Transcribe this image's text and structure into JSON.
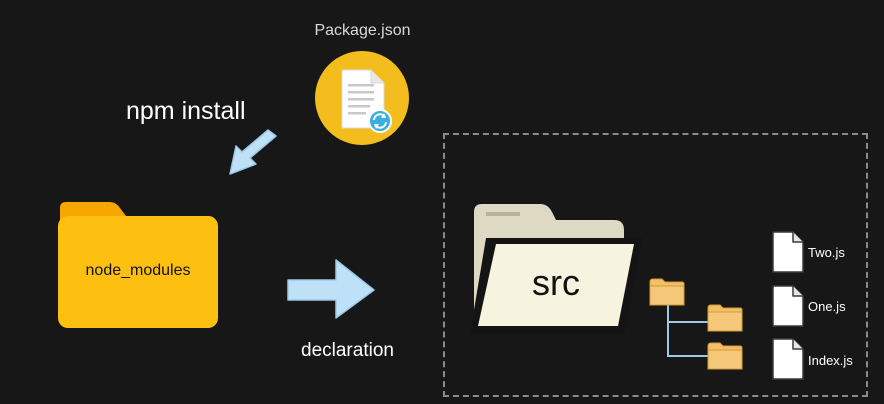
{
  "labels": {
    "package_json": "Package.json",
    "npm_install": "npm install",
    "node_modules": "node_modules",
    "declaration": "declaration",
    "src": "src"
  },
  "files": [
    {
      "name": "Two.js"
    },
    {
      "name": "One.js"
    },
    {
      "name": "Index.js"
    }
  ],
  "icons": {
    "package": "package-json-icon",
    "arrow_install": "arrow-down-left-icon",
    "folder_node_modules": "folder-icon",
    "arrow_declaration": "arrow-right-icon",
    "folder_src": "open-folder-icon",
    "subfolders": "folder-icon",
    "files": "file-icon"
  },
  "colors": {
    "background": "#171717",
    "package_circle": "#f2bd1d",
    "node_modules_folder": "#fec010",
    "node_modules_folder_tab": "#f7a600",
    "arrow_fill": "#bfe1f7",
    "src_folder": "#f6f3df",
    "subfolder": "#f2c06a",
    "dashed_border": "#8a8a8a"
  }
}
